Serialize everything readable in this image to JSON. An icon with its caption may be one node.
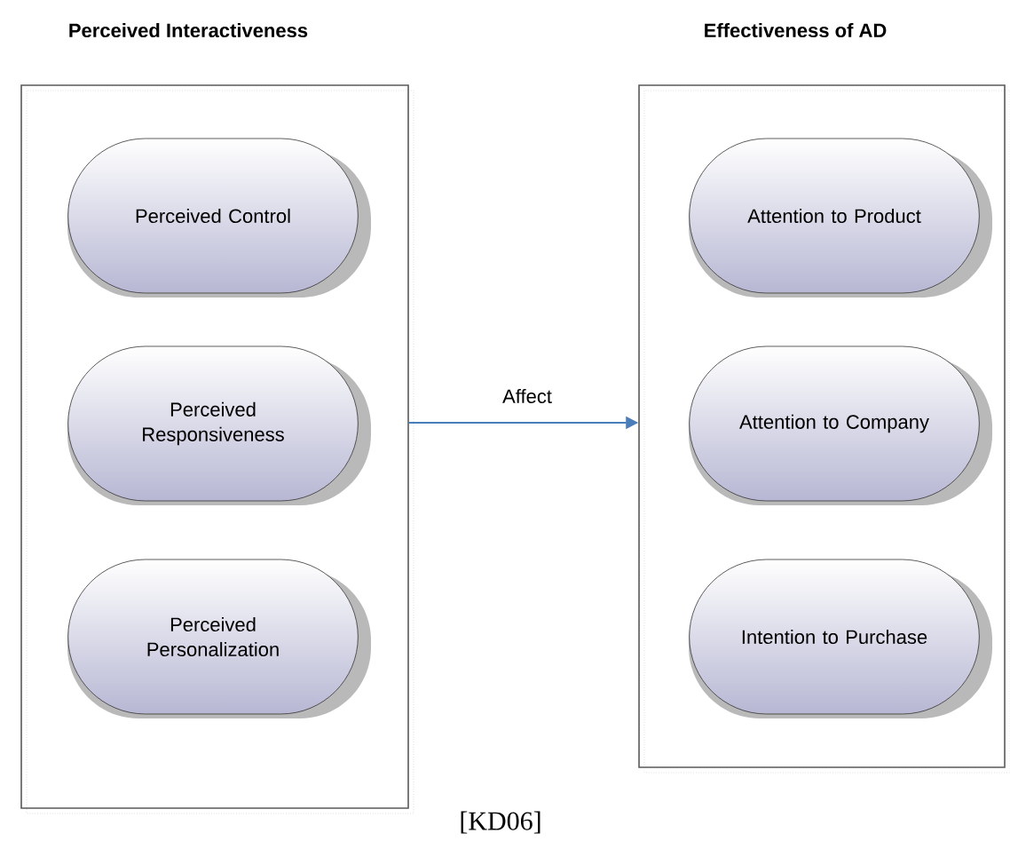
{
  "diagram": {
    "caption": "[KD06]",
    "nodes": [
      {
        "text": [
          "Perceived Interactiveness"
        ]
      },
      {
        "text": [
          "Perceived Control"
        ],
        "in": 0
      },
      {
        "text": [
          "Perceived Responsiveness"
        ],
        "in": 0
      },
      {
        "text": [
          "Perceived Personalization"
        ],
        "in": 0
      },
      {
        "text": [
          "Effectiveness of AD"
        ]
      },
      {
        "text": [
          "Attention to Product"
        ],
        "in": 4
      },
      {
        "text": [
          "Attention to Company"
        ],
        "in": 4
      },
      {
        "text": [
          "Intention to Purchase"
        ],
        "in": 4
      }
    ],
    "edges": [
      {
        "from": 0,
        "to": 4,
        "arrow": "to",
        "label": "Affect",
        "color": "#4a7ebb"
      }
    ]
  }
}
